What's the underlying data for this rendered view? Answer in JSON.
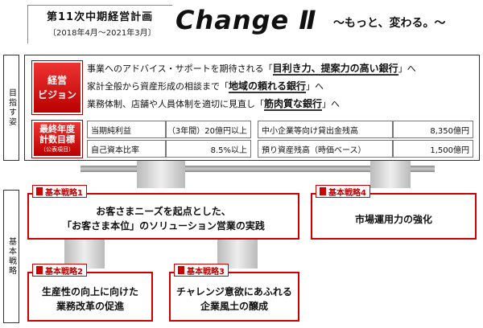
{
  "header": {
    "plan_title": "第11次中期経営計画",
    "period": "〔2018年4月～2021年3月〕",
    "change_title": "Change Ⅱ",
    "tagline": "～もっと、変わる。～"
  },
  "side_labels": {
    "aim": "目指す姿",
    "strategy": "基本戦略"
  },
  "vision": {
    "label_line1": "経営",
    "label_line2": "ビジョン",
    "lines": [
      {
        "pre": "事業へのアドバイス・サポートを期待される「",
        "highlight": "目利き力、提案力の高い銀行",
        "post": "」へ"
      },
      {
        "pre": "家計全般から資産形成の相談まで「",
        "highlight": "地域の頼れる銀行",
        "post": "」へ"
      },
      {
        "pre": "業務体制、店舗や人員体制を適切に見直し「",
        "highlight": "筋肉質な銀行",
        "post": "」へ"
      }
    ]
  },
  "targets": {
    "label_line1": "最終年度",
    "label_line2": "計数目標",
    "label_sub": "（公表項目）",
    "rows": [
      {
        "name": "当期純利益",
        "value": "（3年間）20億円以上",
        "name2": "中小企業等向け貸出金残高",
        "value2": "8,350億円"
      },
      {
        "name": "自己資本比率",
        "value": "8.5%以上",
        "name2": "預り資産残高（時価ベース）",
        "value2": "1,500億円"
      }
    ]
  },
  "strategies": [
    {
      "tag": "基本戦略1",
      "line1": "お客さまニーズを起点とした、",
      "line2": "「お客さま本位」のソリューション営業の実践"
    },
    {
      "tag": "基本戦略4",
      "line1": "市場運用力の強化",
      "line2": ""
    },
    {
      "tag": "基本戦略2",
      "line1": "生産性の向上に向けた",
      "line2": "業務改革の促進"
    },
    {
      "tag": "基本戦略3",
      "line1": "チャレンジ意欲にあふれる",
      "line2": "企業風土の醸成"
    }
  ]
}
